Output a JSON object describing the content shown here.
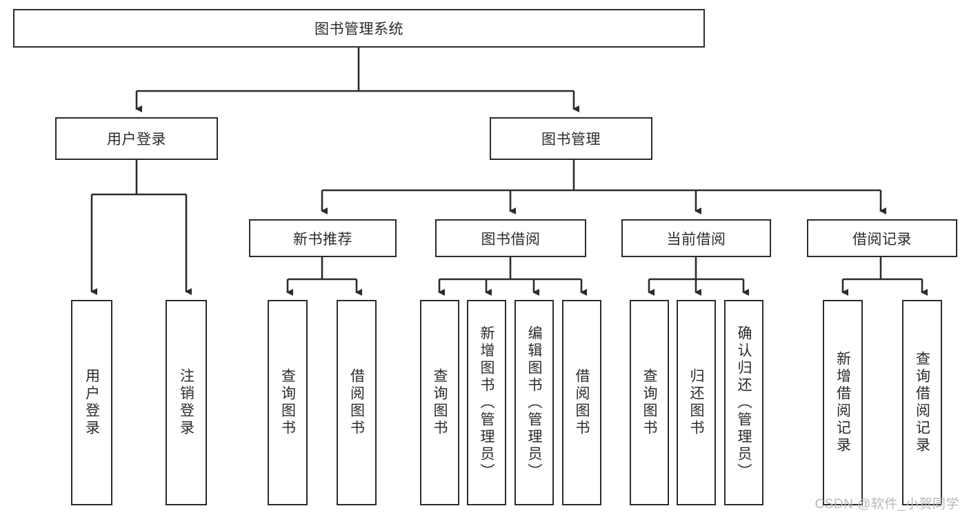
{
  "diagram": {
    "type": "tree-hierarchy",
    "title_node": {
      "id": "root",
      "label": "图书管理系统"
    },
    "level2": [
      {
        "id": "user-login",
        "label": "用户登录"
      },
      {
        "id": "book-management",
        "label": "图书管理"
      }
    ],
    "level3": [
      {
        "id": "new-book-recommend",
        "label": "新书推荐"
      },
      {
        "id": "book-borrow",
        "label": "图书借阅"
      },
      {
        "id": "current-borrow",
        "label": "当前借阅"
      },
      {
        "id": "borrow-record",
        "label": "借阅记录"
      }
    ],
    "leaves": [
      {
        "id": "leaf-user-login",
        "label": "用户登录",
        "parent": "user-login"
      },
      {
        "id": "leaf-logout",
        "label": "注销登录",
        "parent": "user-login"
      },
      {
        "id": "leaf-query-book-1",
        "label": "查询图书",
        "parent": "new-book-recommend"
      },
      {
        "id": "leaf-borrow-book-1",
        "label": "借阅图书",
        "parent": "new-book-recommend"
      },
      {
        "id": "leaf-query-book-2",
        "label": "查询图书",
        "parent": "book-borrow"
      },
      {
        "id": "leaf-add-book",
        "label": "新增图书（管理员）",
        "parent": "book-borrow"
      },
      {
        "id": "leaf-edit-book",
        "label": "编辑图书（管理员）",
        "parent": "book-borrow"
      },
      {
        "id": "leaf-borrow-book-2",
        "label": "借阅图书",
        "parent": "book-borrow"
      },
      {
        "id": "leaf-query-book-3",
        "label": "查询图书",
        "parent": "current-borrow"
      },
      {
        "id": "leaf-return-book",
        "label": "归还图书",
        "parent": "current-borrow"
      },
      {
        "id": "leaf-confirm-return",
        "label": "确认归还（管理员）",
        "parent": "current-borrow"
      },
      {
        "id": "leaf-add-record",
        "label": "新增借阅记录",
        "parent": "borrow-record"
      },
      {
        "id": "leaf-query-record",
        "label": "查询借阅记录",
        "parent": "borrow-record"
      }
    ],
    "colors": {
      "stroke": "#2b2b2b",
      "fill": "#ffffff",
      "text": "#2b2b2b",
      "watermark": "#b8b8b8"
    }
  },
  "watermark": {
    "text": "CSDN @软件_小贺同学"
  }
}
